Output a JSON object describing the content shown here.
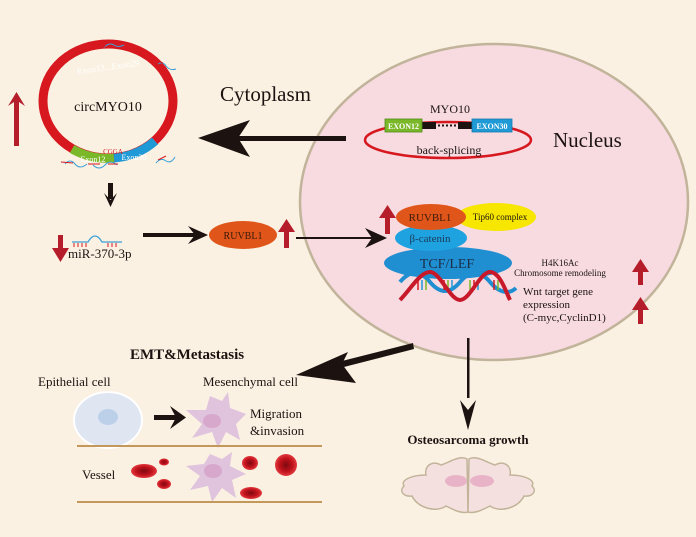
{
  "colors": {
    "background": "#faf1e2",
    "nucleus_fill": "#f7dbe1",
    "nucleus_stroke": "#c2b49a",
    "circ_red": "#d7181f",
    "up_arrow": "#b51d2a",
    "exon_green": "#7ab829",
    "exon_blue": "#1f9ad6",
    "ruvbl1_orange": "#e0561a",
    "tip60_yellow": "#f6e600",
    "catenin_blue": "#1f9ad6",
    "tcf_blue": "#1f8fd1",
    "black_arrow": "#1c1311",
    "vessel_line": "#c4975a",
    "rbc_red": "#c1121c",
    "epithelial_fill": "#dfe6f2",
    "mesenchymal_fill": "#e0c3dd",
    "tumor_fill": "#f5e0e0",
    "tumor_stroke": "#c2b49a"
  },
  "labels": {
    "cytoplasm": "Cytoplasm",
    "nucleus": "Nucleus",
    "circ_name": "circMYO10",
    "exon13_29": "Exon13...Exon29",
    "exon12": "Exon12",
    "exon30": "Exon30",
    "cgga": "CGGA",
    "mirna": "miR-370-3p",
    "ruvbl1_cyto": "RUVBL1",
    "gene": "MYO10",
    "gene_exon12": "EXON12",
    "gene_exon30": "EXON30",
    "back_splicing": "back-splicing",
    "ruvbl1_nuc": "RUVBL1",
    "tip60": "Tip60 complex",
    "beta_catenin": "β-catenin",
    "tcf_lef": "TCF/LEF",
    "h4k16ac": "H4K16Ac",
    "chromosome_remodeling": "Chromosome remodeling",
    "wnt_line1": "Wnt target gene",
    "wnt_line2": "expression",
    "wnt_line3": "(C-myc,CyclinD1)",
    "emt": "EMT&Metastasis",
    "epithelial": "Epithelial cell",
    "mesenchymal": "Mesenchymal cell",
    "migration_line1": "Migration",
    "migration_line2": "&invasion",
    "vessel": "Vessel",
    "osteosarcoma": "Osteosarcoma growth"
  },
  "regulation": {
    "circMYO10": "up",
    "miR-370-3p": "down",
    "RUVBL1": "up",
    "RUVBL1_nuclear": "up",
    "H4K16Ac_chromosome_remodeling": "up",
    "Wnt_target_gene_expression": "up"
  }
}
